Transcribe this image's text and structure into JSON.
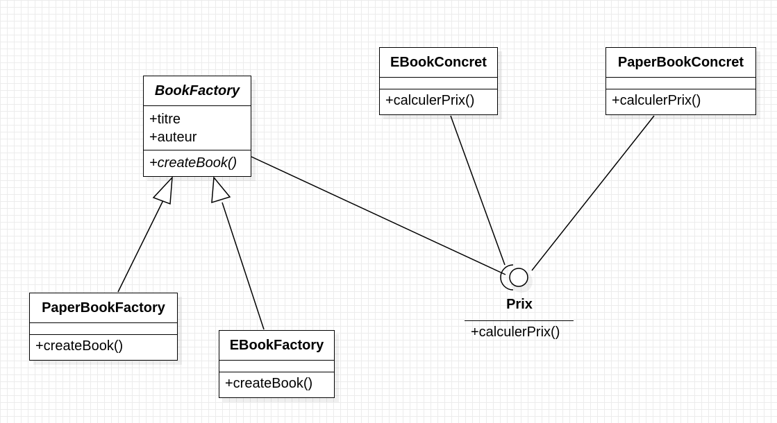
{
  "classes": {
    "book_factory": {
      "name": "BookFactory",
      "attributes": [
        "+titre",
        "+auteur"
      ],
      "operations": [
        "+createBook()"
      ]
    },
    "paper_book_factory": {
      "name": "PaperBookFactory",
      "operations": [
        "+createBook()"
      ]
    },
    "ebook_factory": {
      "name": "EBookFactory",
      "operations": [
        "+createBook()"
      ]
    },
    "ebook_concret": {
      "name": "EBookConcret",
      "operations": [
        "+calculerPrix()"
      ]
    },
    "paper_book_concret": {
      "name": "PaperBookConcret",
      "operations": [
        "+calculerPrix()"
      ]
    }
  },
  "interface": {
    "name": "Prix",
    "operations": [
      "+calculerPrix()"
    ]
  }
}
